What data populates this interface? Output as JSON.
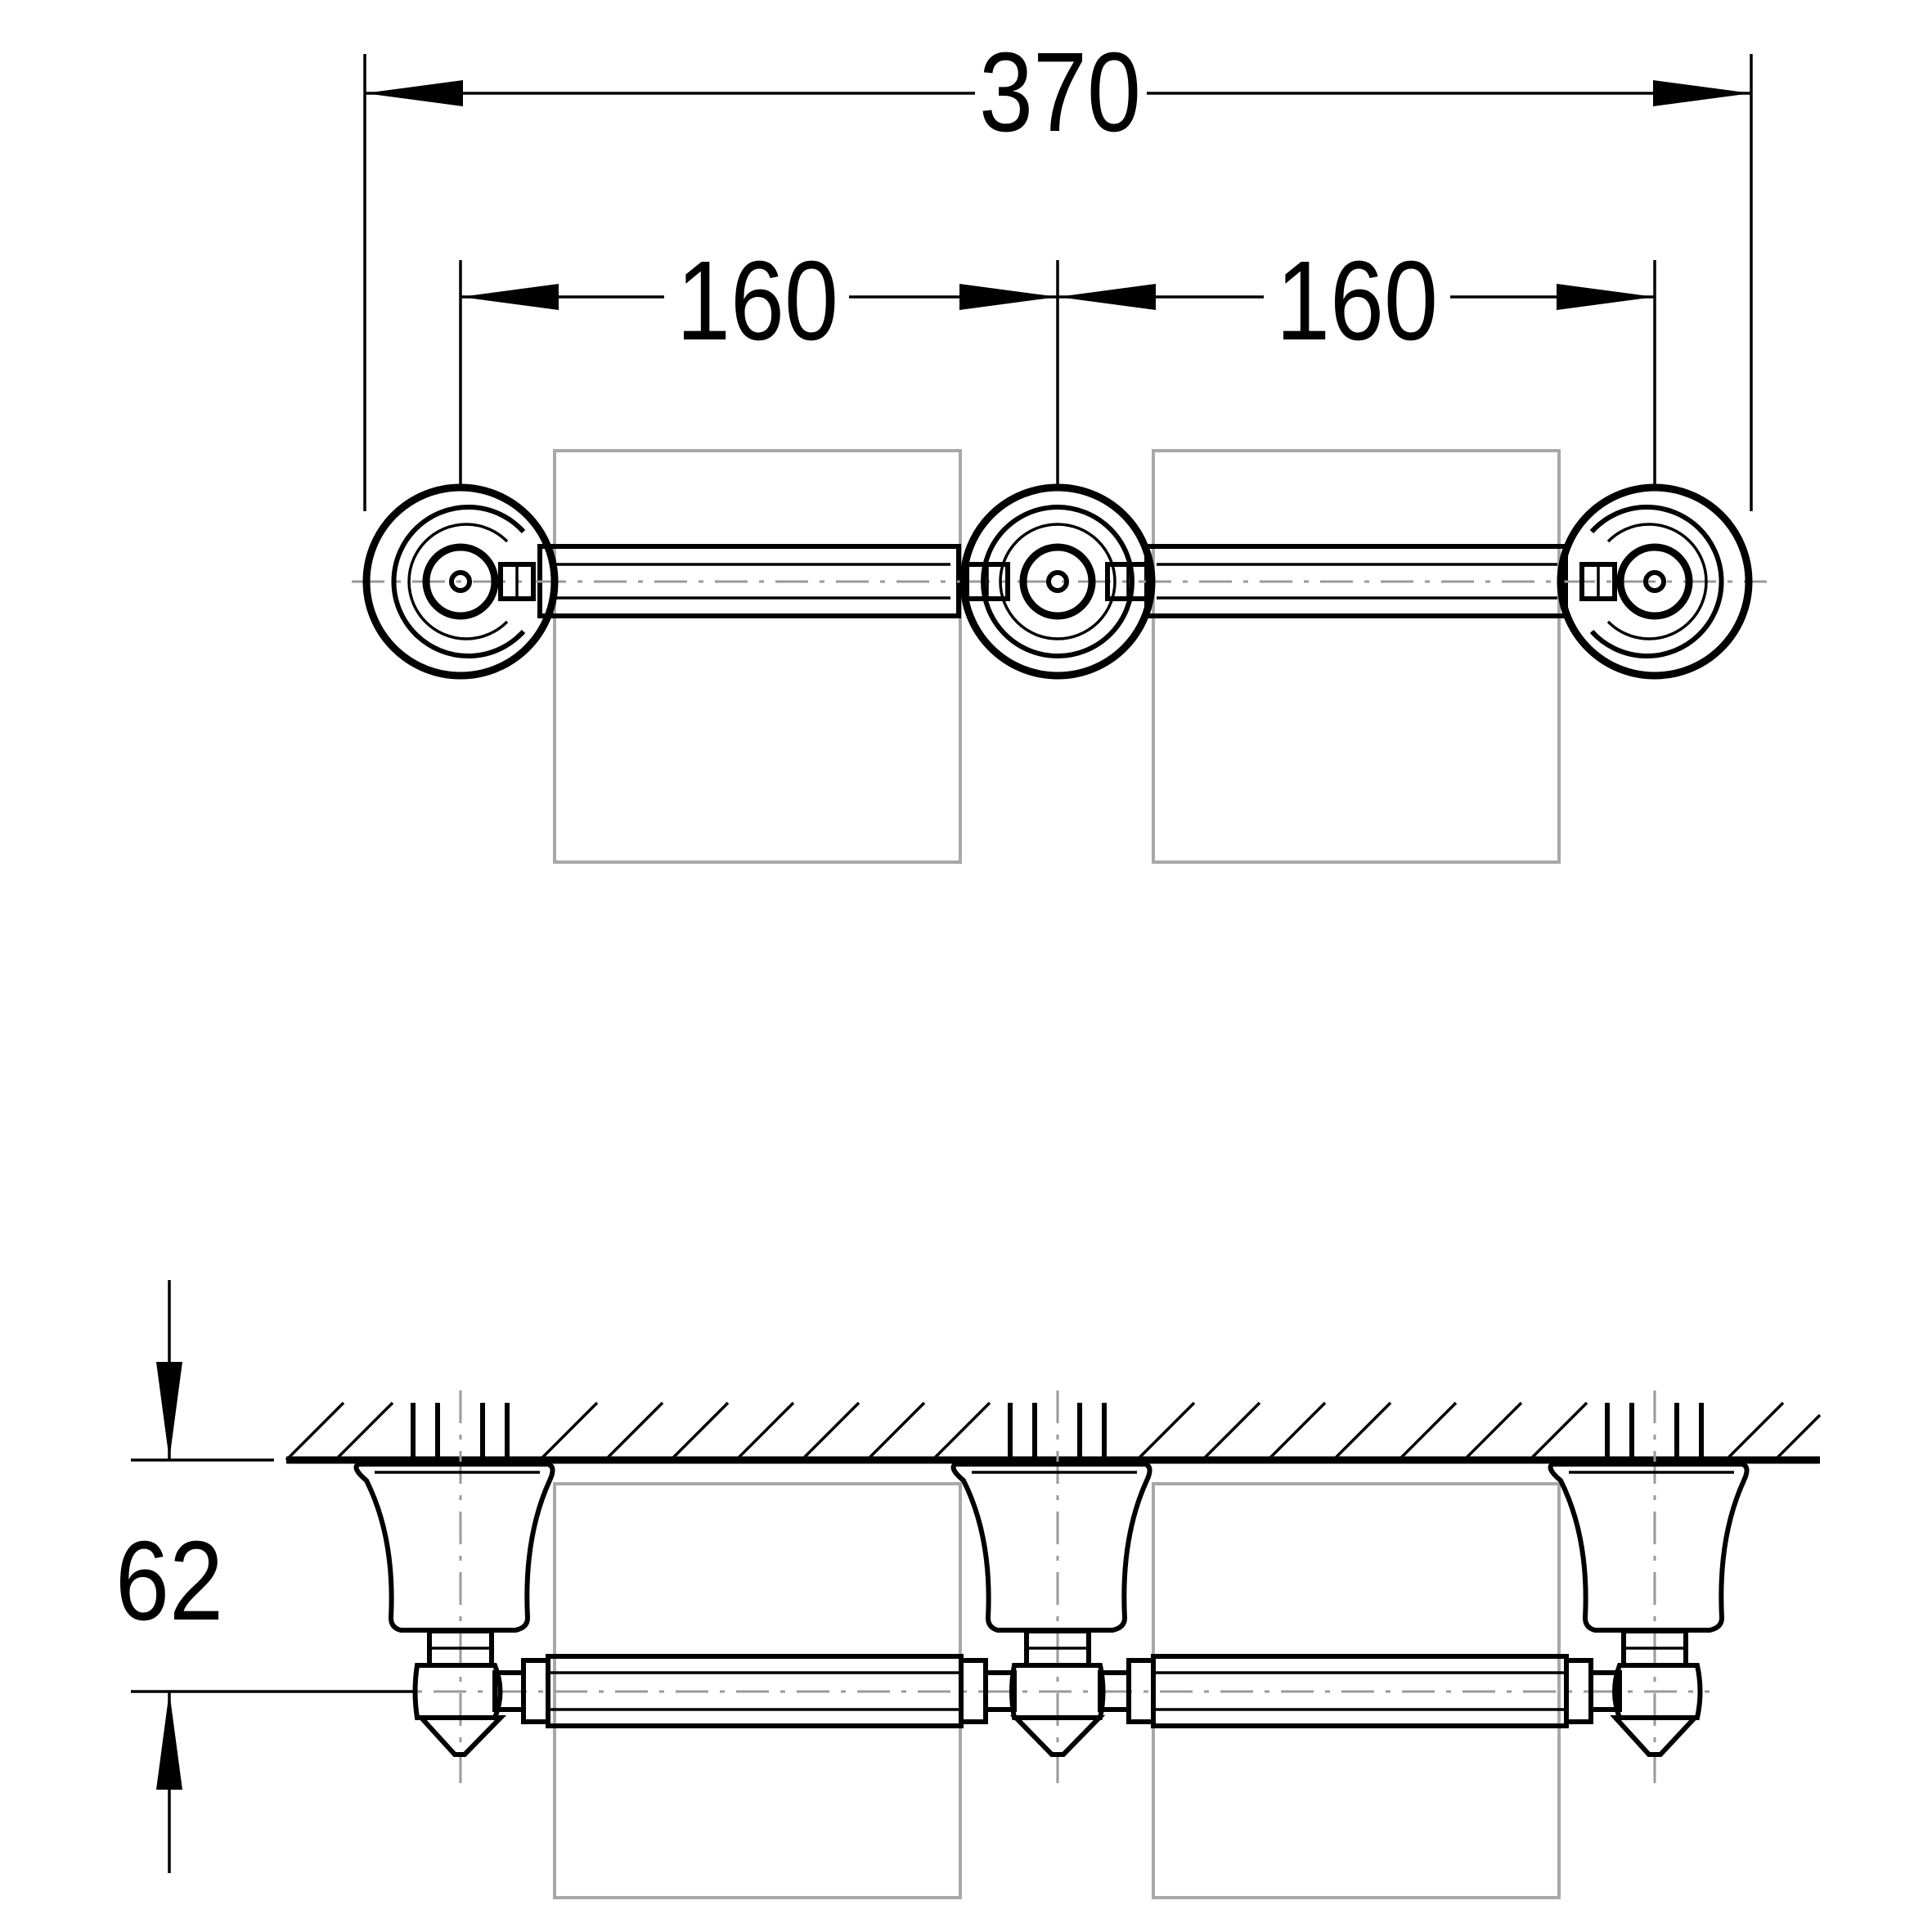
{
  "dimensions": {
    "overall_width": "370",
    "spacing_left": "160",
    "spacing_right": "160",
    "depth": "62"
  },
  "colors": {
    "line": "#000000",
    "roll_outline": "#a8a8a8",
    "background": "#ffffff"
  }
}
